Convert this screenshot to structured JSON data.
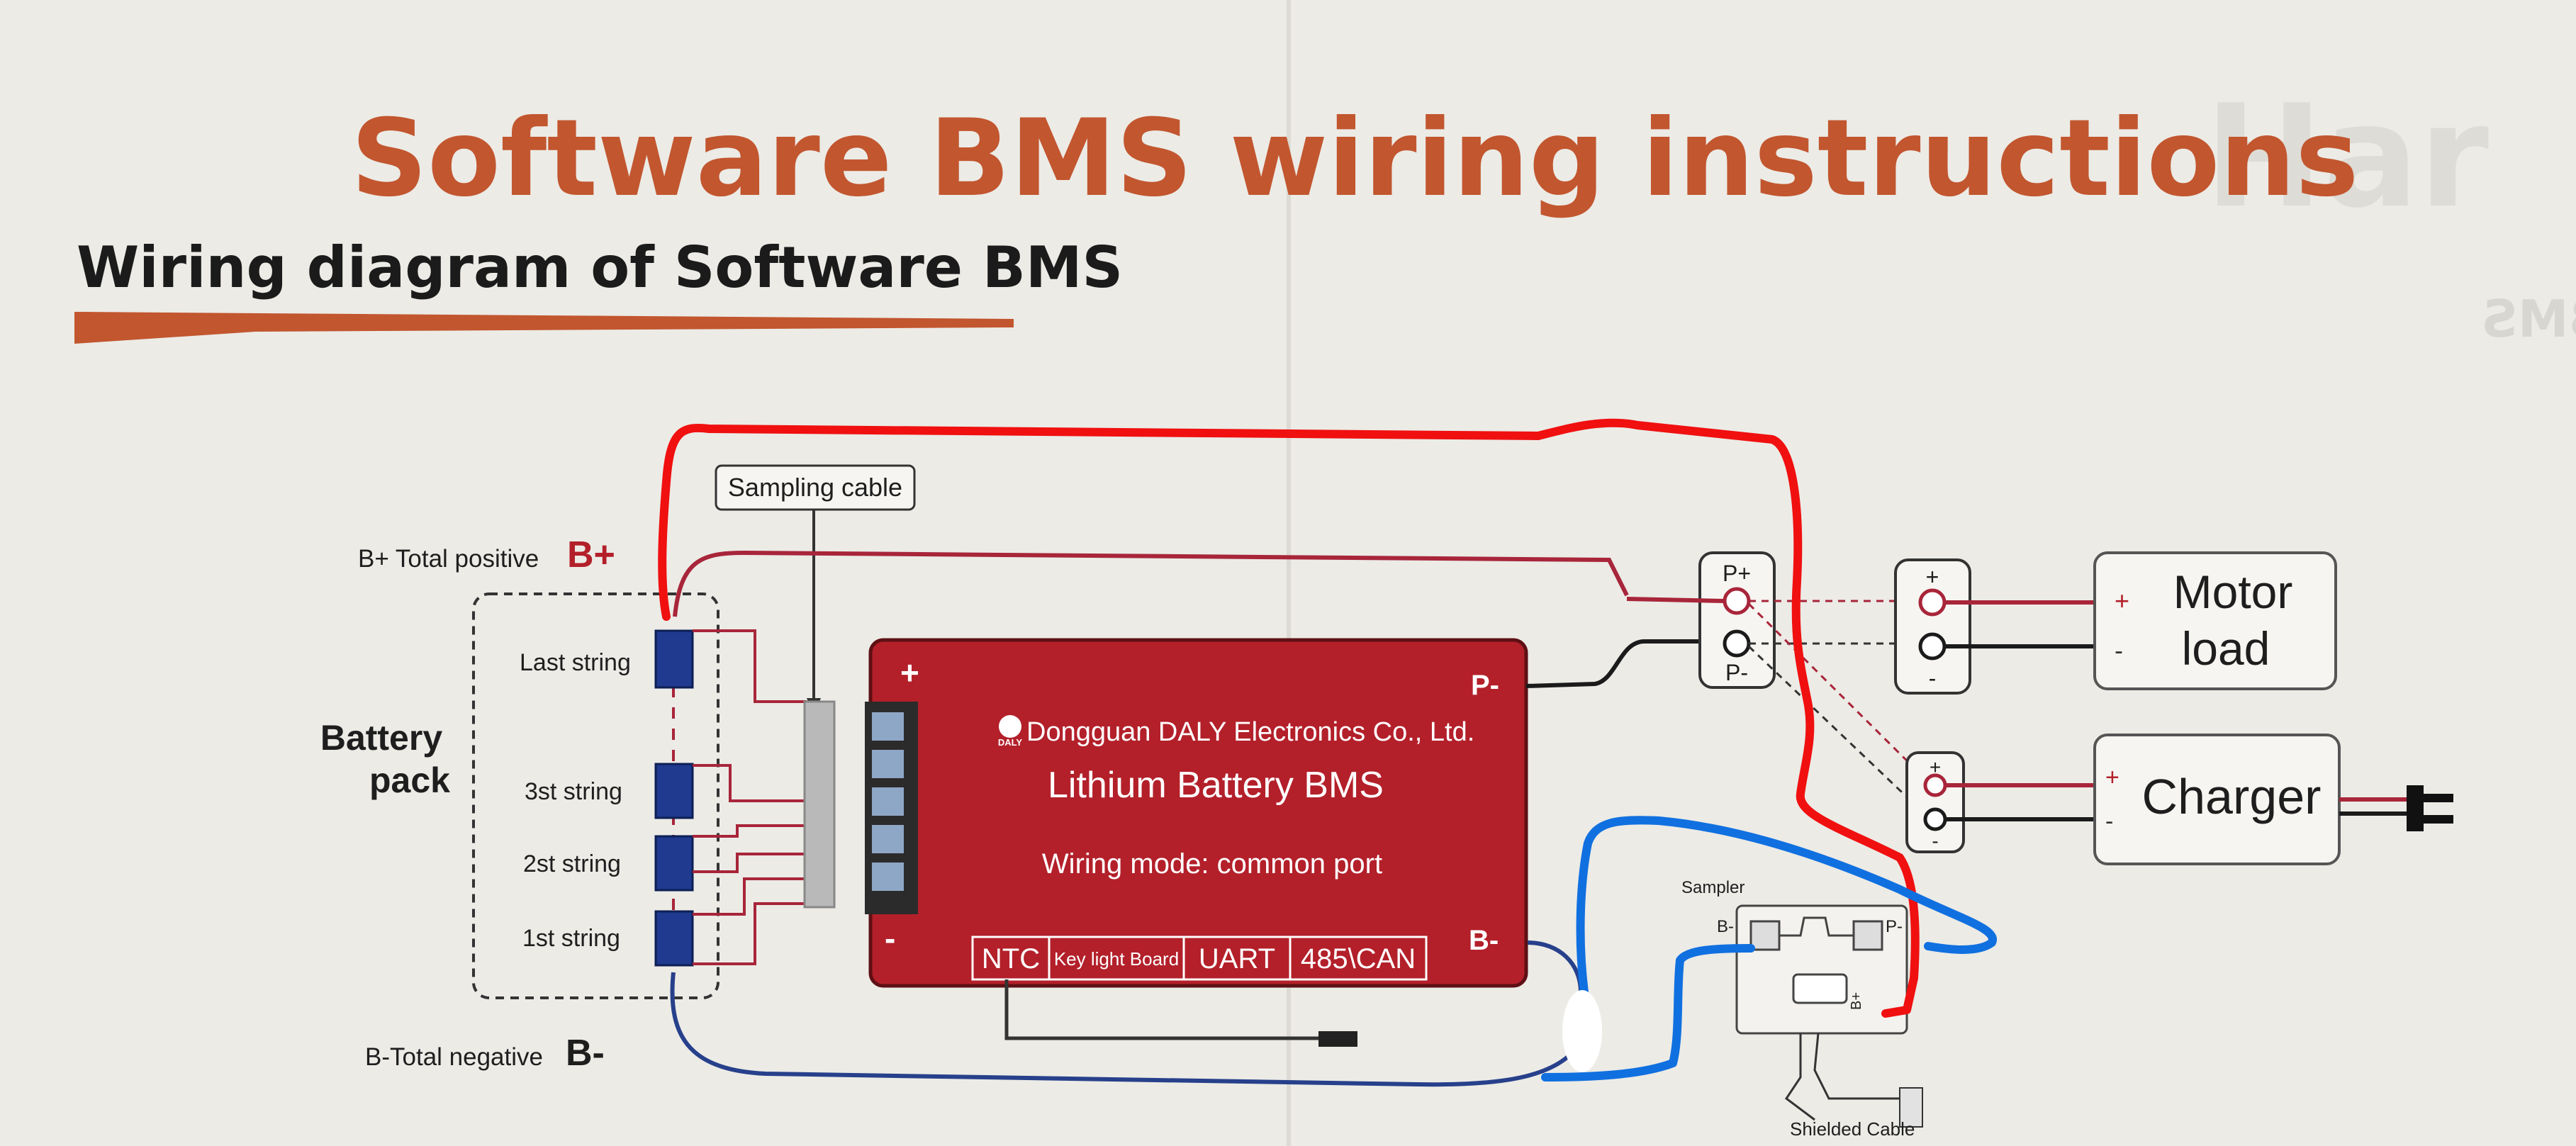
{
  "title": "Software BMS wiring instructions",
  "subtitle": "Wiring diagram of Software BMS",
  "ghost_text": {
    "title_fragment": "Har",
    "subtitle": "Wiring diagram of Hardware BMS"
  },
  "labels": {
    "sampling_cable": "Sampling cable",
    "b_plus_desc": "B+ Total positive",
    "b_plus": "B+",
    "b_minus_desc": "B-Total negative",
    "b_minus": "B-",
    "battery_pack_line1": "Battery",
    "battery_pack_line2": "pack",
    "last_string": "Last string",
    "string_3": "3st string",
    "string_2": "2st string",
    "string_1": "1st string"
  },
  "bms": {
    "company": "Dongguan DALY Electronics Co., Ltd.",
    "logo": "DALY",
    "name": "Lithium Battery BMS",
    "mode": "Wiring mode: common port",
    "plus": "+",
    "minus": "-",
    "p_minus": "P-",
    "b_minus": "B-",
    "ports": [
      "NTC",
      "Key light Board",
      "UART",
      "485\\CAN"
    ]
  },
  "terminal": {
    "p_plus": "P+",
    "p_minus": "P-"
  },
  "motor_load": {
    "line1": "Motor",
    "line2": "load",
    "plus": "+",
    "minus": "-"
  },
  "charger": {
    "label": "Charger",
    "plus": "+",
    "minus": "-"
  },
  "sampler": {
    "title": "Sampler",
    "b_minus": "B-",
    "p_minus": "P-",
    "b_plus": "B+",
    "shielded_cable": "Shielded Cable"
  },
  "colors": {
    "title": "#c2562f",
    "underline": "#c2562f",
    "bms_body": "#b3202a",
    "wire_red": "#a8253a",
    "wire_blue": "#27408b",
    "drawn_red": "#f01010",
    "drawn_blue": "#1070e0",
    "cell": "#1f3a8e"
  }
}
